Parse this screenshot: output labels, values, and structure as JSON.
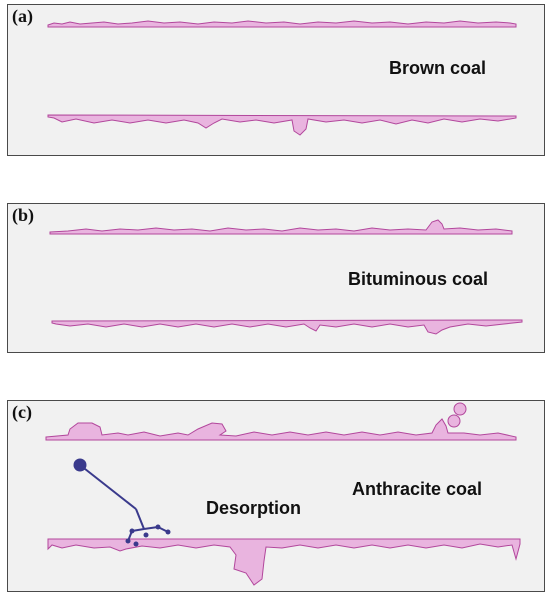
{
  "panels": [
    {
      "id": "a",
      "letter": "(a)",
      "label": "Brown coal"
    },
    {
      "id": "b",
      "letter": "(b)",
      "label": "Bituminous coal"
    },
    {
      "id": "c",
      "letter": "(c)",
      "label": "Anthracite coal",
      "process_label": "Desorption"
    }
  ],
  "colors": {
    "surface_fill": "#e9b4df",
    "surface_stroke": "#b2479c",
    "molecule": "#3a3a8c",
    "panel_bg": "#f1f1f1",
    "panel_border": "#4a4a4a"
  }
}
